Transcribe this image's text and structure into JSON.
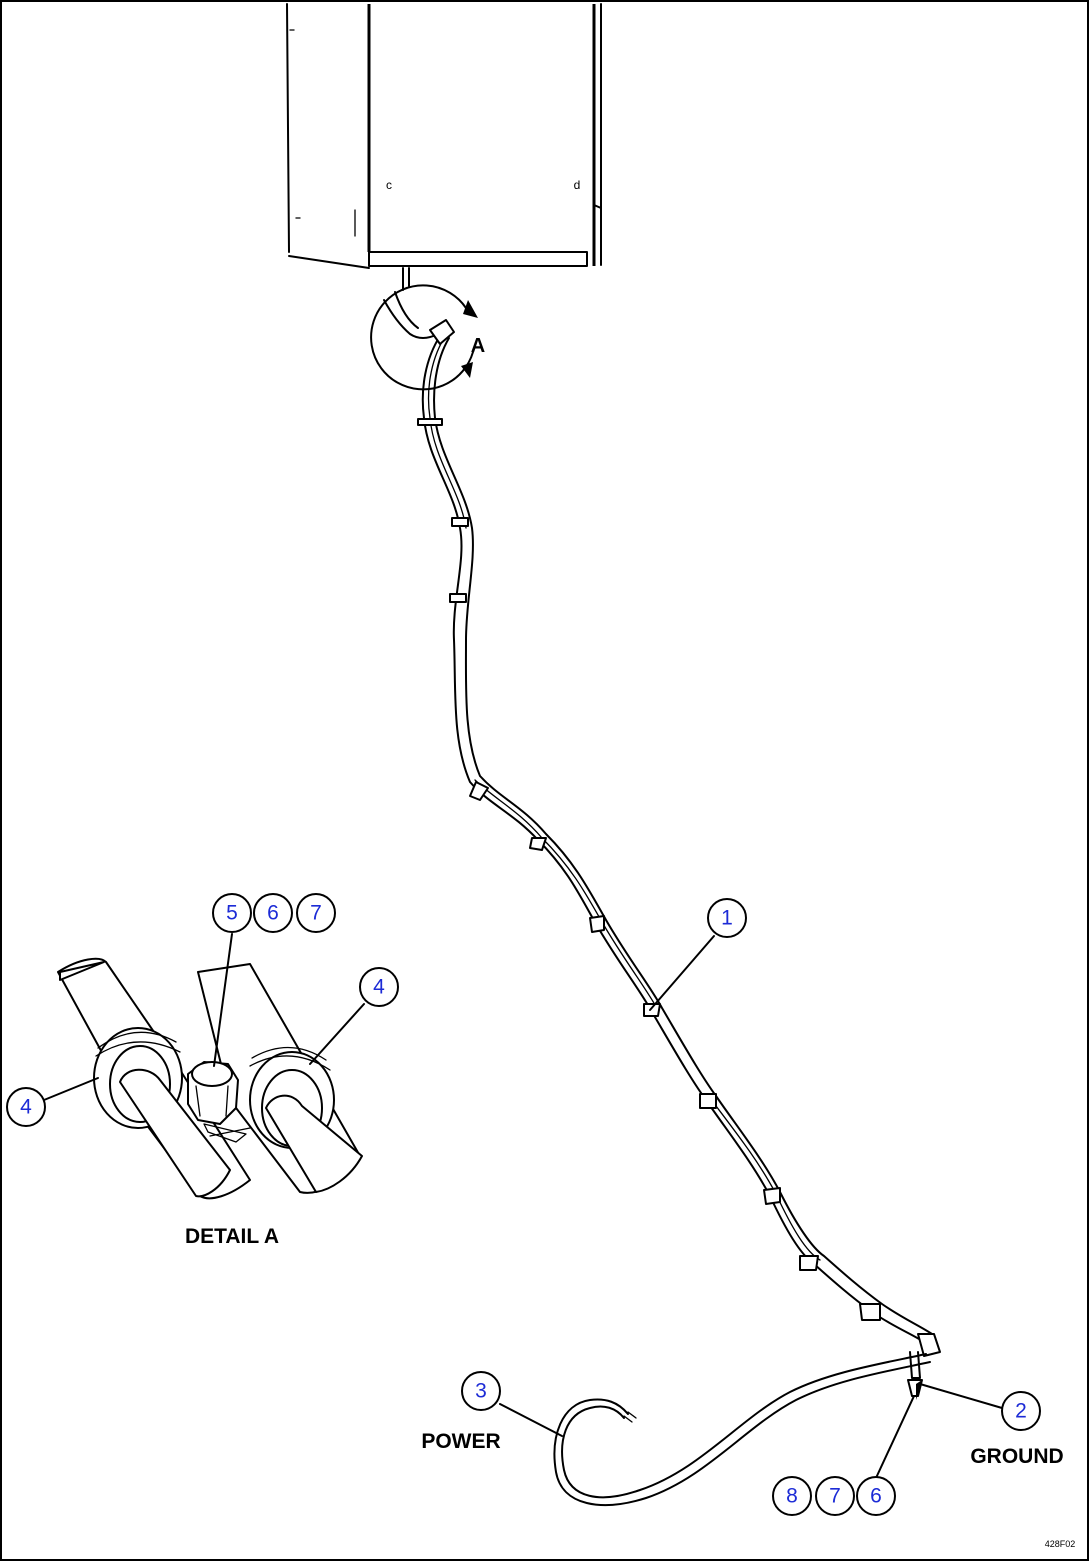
{
  "callouts": [
    {
      "id": "1",
      "label": "1"
    },
    {
      "id": "2",
      "label": "2"
    },
    {
      "id": "3",
      "label": "3"
    },
    {
      "id": "4a",
      "label": "4"
    },
    {
      "id": "4b",
      "label": "4"
    },
    {
      "id": "5",
      "label": "5"
    },
    {
      "id": "6a",
      "label": "6"
    },
    {
      "id": "7a",
      "label": "7"
    },
    {
      "id": "8",
      "label": "8"
    },
    {
      "id": "7b",
      "label": "7"
    },
    {
      "id": "6b",
      "label": "6"
    }
  ],
  "labels": {
    "detail": "DETAIL A",
    "power": "POWER",
    "ground": "GROUND",
    "view_letter": "A",
    "drawing_number": "428F02"
  },
  "colors": {
    "callout_text": "#1c2bd6",
    "line": "#000000",
    "background": "#ffffff"
  }
}
